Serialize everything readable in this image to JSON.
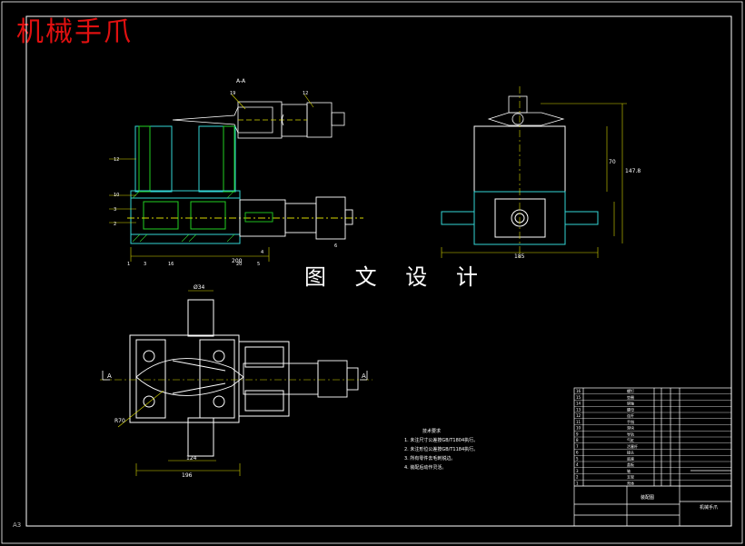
{
  "title": "机械手爪",
  "watermark": "图 文 设 计",
  "corner_mark": "A3",
  "colors": {
    "background": "#000000",
    "title": "#e01010",
    "outline": "#ffffff",
    "body_lines": "#33d6d6",
    "part_lines": "#22d022",
    "dimension_lines": "#d8d800",
    "hatch": "#30d030",
    "notes": "#ffffff"
  },
  "view_labels": {
    "section_top": "A-A",
    "section_marker_left": "A",
    "section_marker_right": "A"
  },
  "part_callouts": [
    "19",
    "12",
    "12",
    "10",
    "3",
    "2",
    "1",
    "3",
    "16",
    "20",
    "5",
    "4",
    "6"
  ],
  "dimensions": {
    "width_right": "185",
    "height_total": "147.8",
    "height_upper": "70",
    "plan_width": "196",
    "plan_body": "124",
    "plan_top": "Ø34",
    "radius": "R70",
    "length_main": "200"
  },
  "technical_requirements": {
    "heading": "技术要求",
    "items": [
      "1. 未注尺寸公差按GB/T1804执行。",
      "2. 未注形位公差按GB/T1184执行。",
      "3. 所有零件去毛刺锐边。",
      "4. 装配后动作灵活。"
    ]
  },
  "title_block": {
    "drawing_name": "机械手爪",
    "material_label": "装配图",
    "parts_rows": [
      {
        "no": "16",
        "name": "螺钉"
      },
      {
        "no": "15",
        "name": "垫圈"
      },
      {
        "no": "14",
        "name": "销轴"
      },
      {
        "no": "13",
        "name": "螺母"
      },
      {
        "no": "12",
        "name": "连杆"
      },
      {
        "no": "11",
        "name": "手指"
      },
      {
        "no": "10",
        "name": "滑块"
      },
      {
        "no": "9",
        "name": "导轨"
      },
      {
        "no": "8",
        "name": "气缸"
      },
      {
        "no": "7",
        "name": "活塞杆"
      },
      {
        "no": "6",
        "name": "接头"
      },
      {
        "no": "5",
        "name": "底座"
      },
      {
        "no": "4",
        "name": "盖板"
      },
      {
        "no": "3",
        "name": "轴"
      },
      {
        "no": "2",
        "name": "支架"
      },
      {
        "no": "1",
        "name": "壳体"
      }
    ]
  }
}
